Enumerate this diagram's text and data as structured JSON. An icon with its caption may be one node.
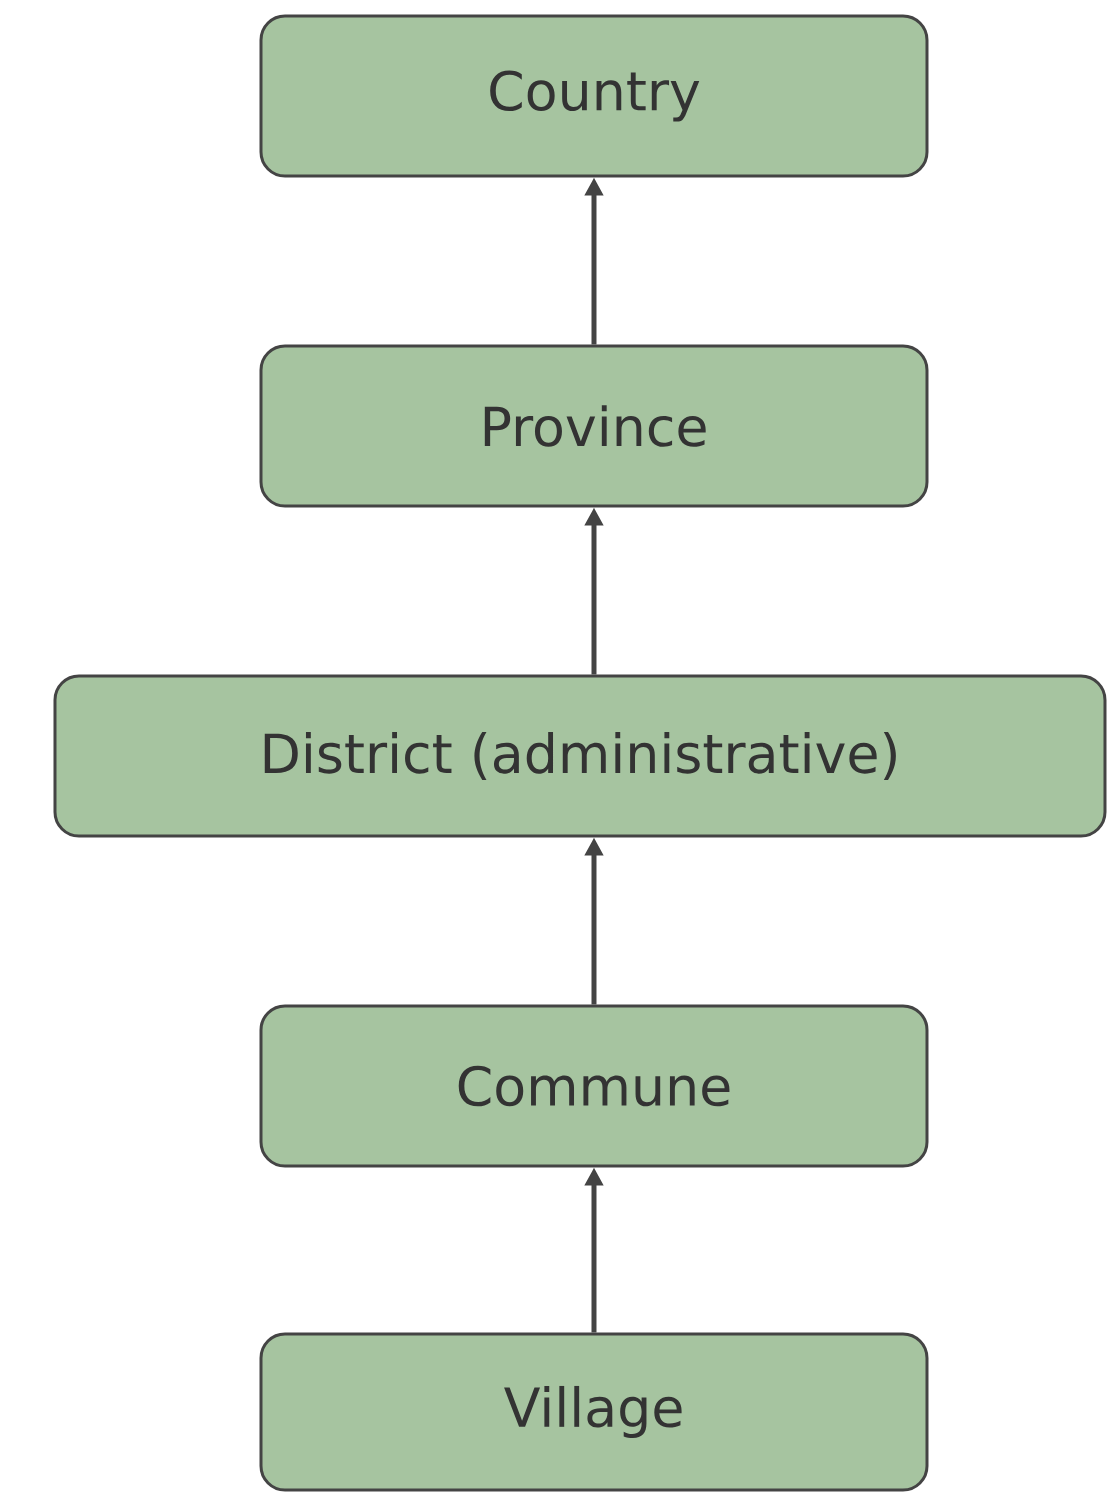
{
  "diagram": {
    "nodes": [
      {
        "text": [
          "Country"
        ]
      },
      {
        "text": [
          "Province"
        ]
      },
      {
        "text": [
          "District (administrative)"
        ]
      },
      {
        "text": [
          "Commune"
        ]
      },
      {
        "text": [
          "Village"
        ]
      }
    ],
    "edges": [
      {
        "from": 1,
        "to": 0,
        "arrow": "to"
      },
      {
        "from": 2,
        "to": 1,
        "arrow": "to"
      },
      {
        "from": 3,
        "to": 2,
        "arrow": "to"
      },
      {
        "from": 4,
        "to": 3,
        "arrow": "to"
      }
    ]
  }
}
